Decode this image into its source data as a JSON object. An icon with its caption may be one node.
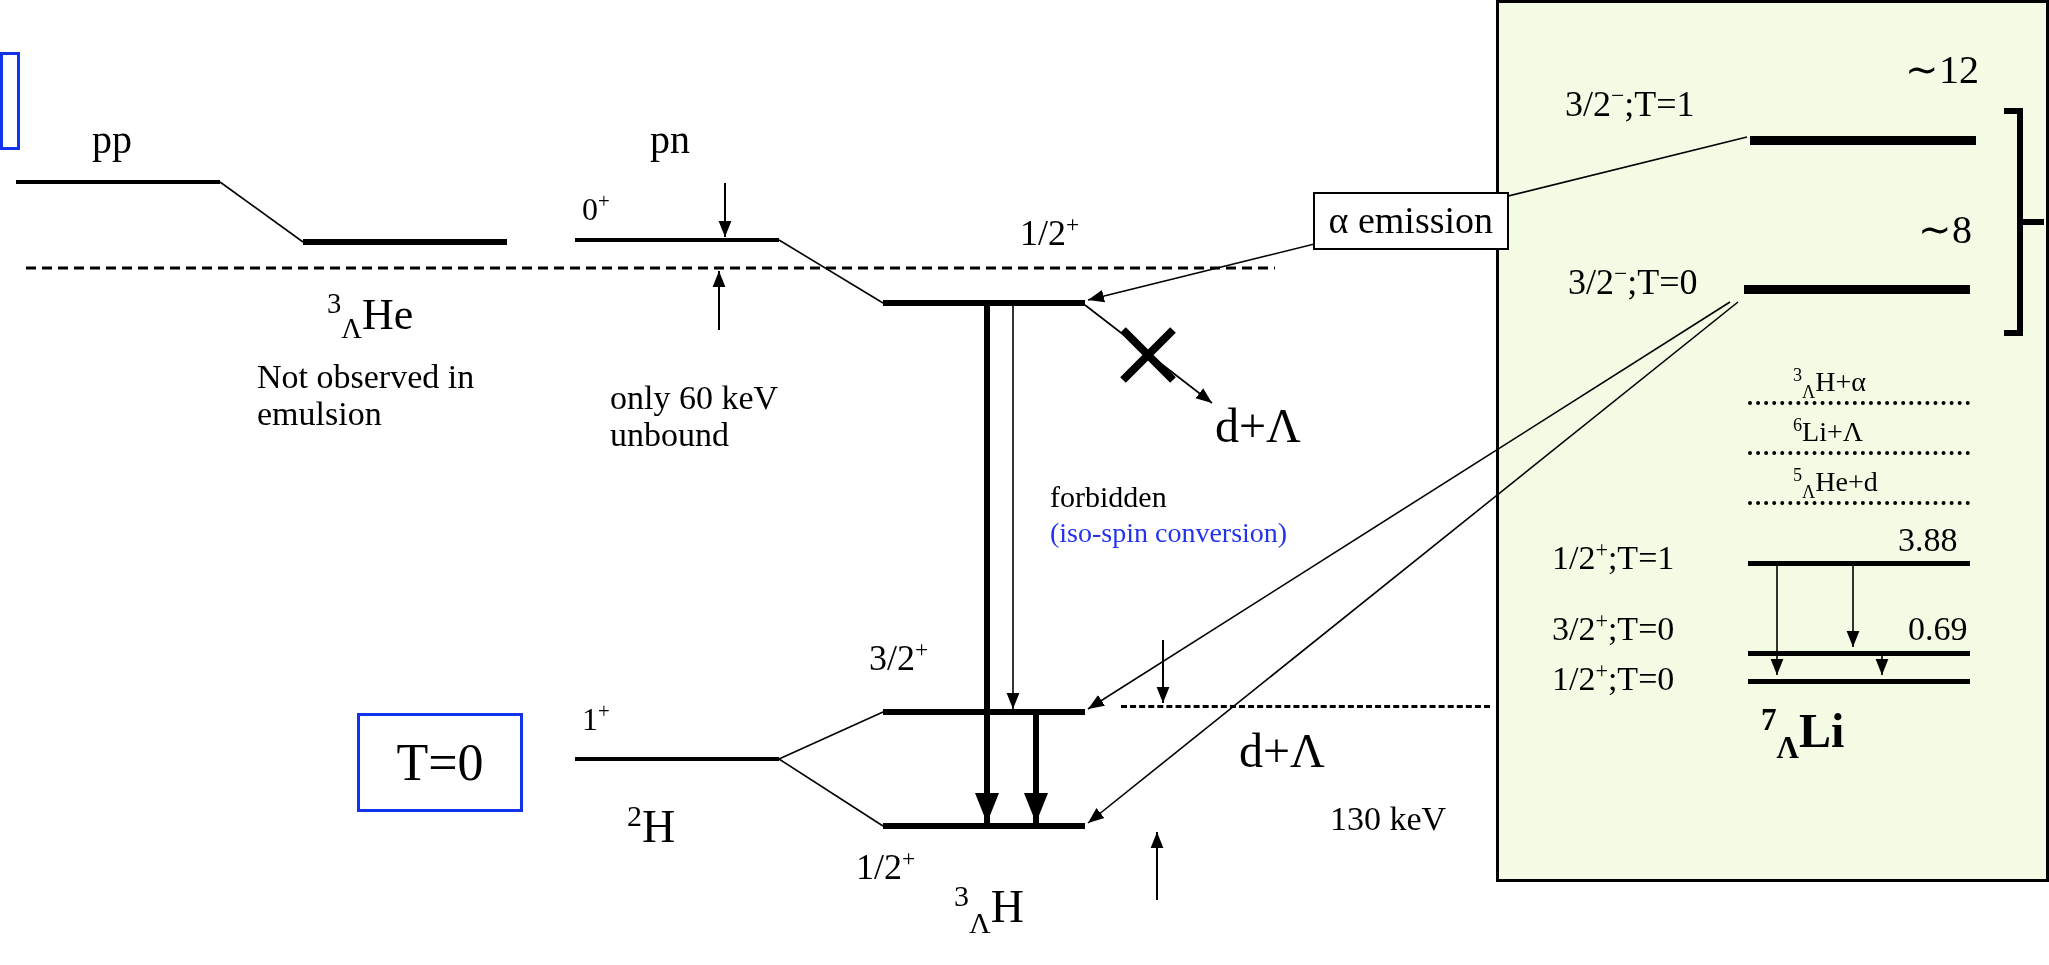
{
  "diagram": {
    "nodes": [
      {
        "text": [],
        "shape": "box"
      },
      {
        "text": [
          "pp"
        ]
      },
      {
        "text": [
          "$^{3}$$_{Λ}$He"
        ],
        "beside": [
          "Not observed in emulsion"
        ]
      },
      {
        "text": [
          "pn",
          "0$^{+}$"
        ]
      },
      {
        "text": [
          "1/2$^{+}$"
        ]
      },
      {
        "text": [
          "d+Λ"
        ]
      },
      {
        "text": [
          "T=0"
        ]
      },
      {
        "text": [
          "1$^{+}$"
        ],
        "beside": [
          "$^{2}$H"
        ]
      },
      {
        "text": [
          "3/2$^{+}$"
        ]
      },
      {
        "text": [
          "1/2$^{+}$"
        ],
        "beside": [
          "$^{3}$$_{Λ}$H"
        ]
      },
      {
        "text": [
          "d+Λ"
        ]
      },
      {
        "text": [
          "$^{7}$$_{Λ}$Li"
        ]
      },
      {
        "text": [
          "3/2$^{−}$;T=1"
        ],
        "beside": [
          "∼12"
        ],
        "in": 11
      },
      {
        "text": [
          "3/2$^{−}$;T=0"
        ],
        "beside": [
          "∼8"
        ],
        "in": 11
      },
      {
        "text": [
          "$^{3}$$_{Λ}$H+α"
        ],
        "in": 11
      },
      {
        "text": [
          "$^{6}$Li+Λ"
        ],
        "in": 11
      },
      {
        "text": [
          "$^{5}$$_{Λ}$He+d"
        ],
        "in": 11
      },
      {
        "text": [
          "1/2$^{+}$;T=1"
        ],
        "beside": [
          "3.88"
        ],
        "in": 11
      },
      {
        "text": [
          "3/2$^{+}$;T=0"
        ],
        "beside": [
          "0.69"
        ],
        "in": 11
      },
      {
        "text": [
          "1/2$^{+}$;T=0"
        ],
        "in": 11
      }
    ],
    "edges": [
      {
        "from": 1,
        "to": 2,
        "arrow": "none"
      },
      {
        "from": 3,
        "to": 4,
        "arrow": "none"
      },
      {
        "from": 4,
        "to": 8,
        "arrow": "to"
      },
      {
        "from": 4,
        "to": 9,
        "arrow": "to",
        "style": "thick"
      },
      {
        "from": 8,
        "to": 9,
        "arrow": "to",
        "style": "thick"
      },
      {
        "from": 4,
        "to": 5,
        "arrow": "to"
      },
      {
        "from": 7,
        "to": 8,
        "arrow": "none"
      },
      {
        "from": 7,
        "to": 9,
        "arrow": "none"
      },
      {
        "from": 12,
        "to": 4,
        "arrow": "to",
        "label": "α emission"
      },
      {
        "from": 13,
        "to": 8,
        "arrow": "to"
      },
      {
        "from": 13,
        "to": 9,
        "arrow": "to"
      },
      {
        "from": 17,
        "to": 19,
        "arrow": "to"
      },
      {
        "from": 17,
        "to": 18,
        "arrow": "to"
      },
      {
        "from": 18,
        "to": 19,
        "arrow": "to"
      }
    ],
    "labels": [
      "only 60 keV unbound",
      "forbidden",
      "(iso-spin conversion)",
      "130 keV"
    ]
  }
}
